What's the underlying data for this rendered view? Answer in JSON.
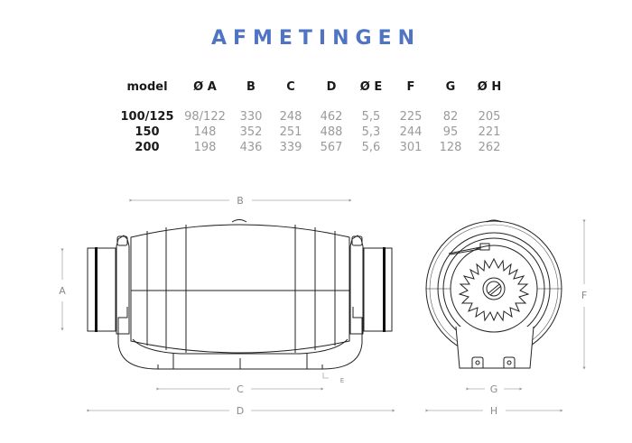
{
  "title": "AFMETINGEN",
  "table": {
    "headers": [
      "model",
      "Ø A",
      "B",
      "C",
      "D",
      "Ø E",
      "F",
      "G",
      "Ø H"
    ],
    "rows": [
      {
        "model": "100/125",
        "values": [
          "98/122",
          "330",
          "248",
          "462",
          "5,5",
          "225",
          "82",
          "205"
        ]
      },
      {
        "model": "150",
        "values": [
          "148",
          "352",
          "251",
          "488",
          "5,3",
          "244",
          "95",
          "221"
        ]
      },
      {
        "model": "200",
        "values": [
          "198",
          "436",
          "339",
          "567",
          "5,6",
          "301",
          "128",
          "262"
        ]
      }
    ]
  },
  "drawing": {
    "side_view_labels": {
      "A": "A",
      "B": "B",
      "C": "C",
      "D": "D",
      "E": "E"
    },
    "front_view_labels": {
      "F": "F",
      "G": "G",
      "H": "H"
    }
  },
  "colors": {
    "title": "#4f74c4",
    "header": "#1a1a1a",
    "value": "#9a9a9a",
    "line": "#222222",
    "dimension": "#8a8a8a"
  }
}
